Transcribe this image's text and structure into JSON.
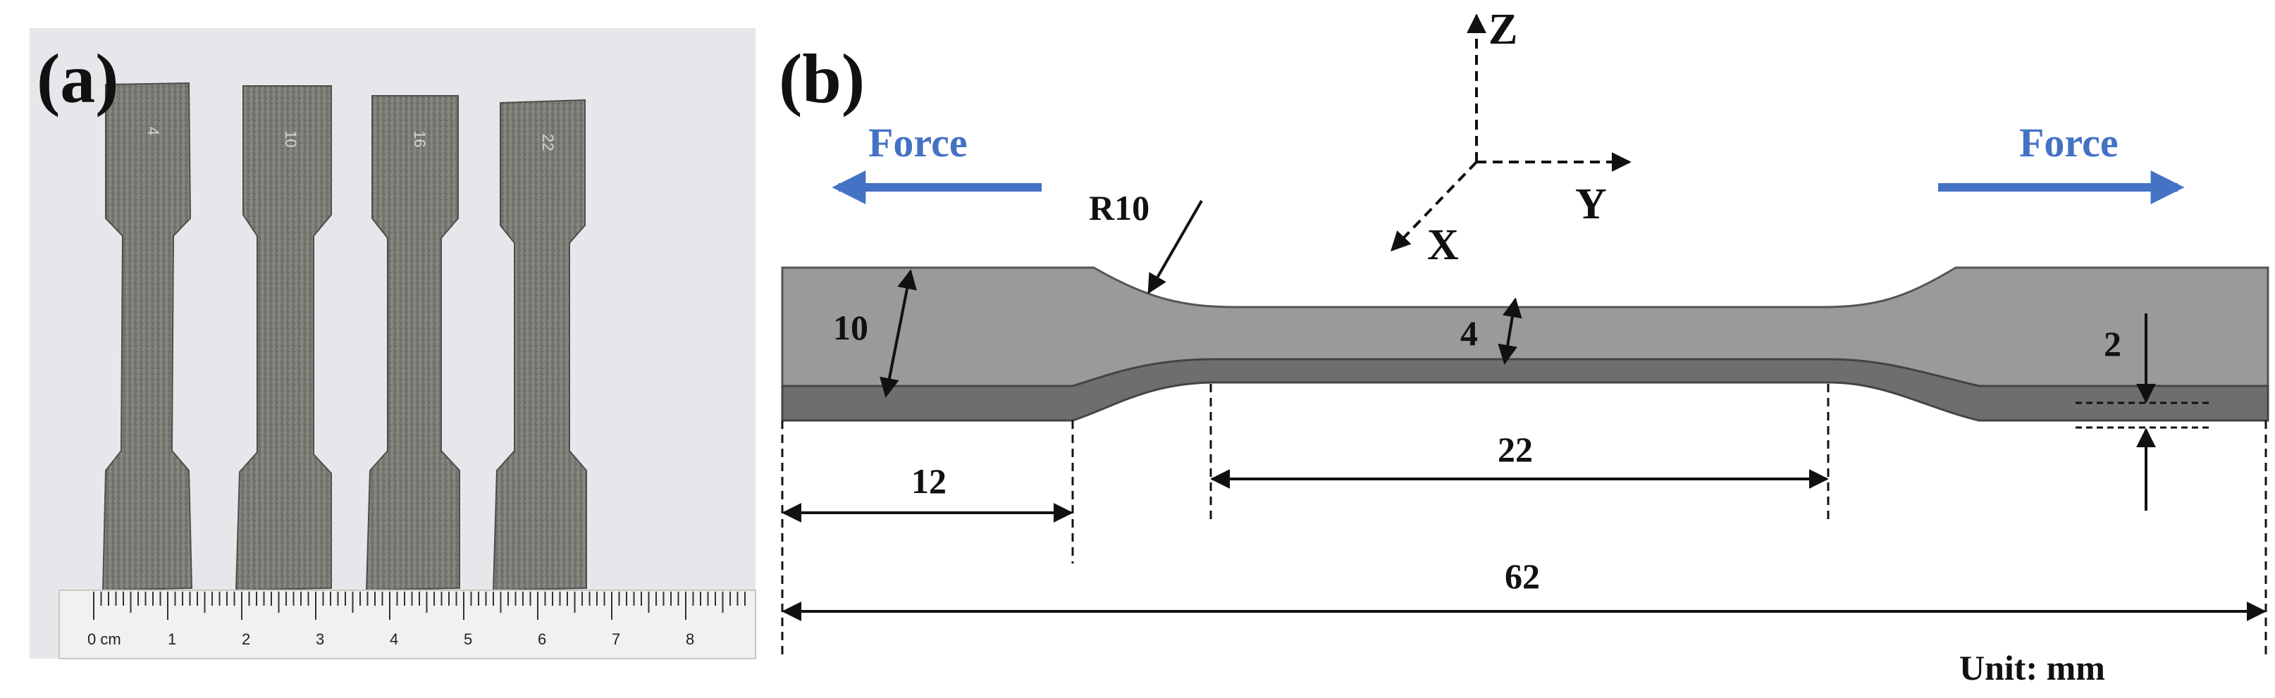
{
  "panel_a": {
    "label": "(a)",
    "specimens": [
      "4",
      "10",
      "16",
      "22"
    ],
    "ruler": {
      "unit_label": "0 cm",
      "numbers": [
        "1",
        "2",
        "3",
        "4",
        "5",
        "6",
        "7",
        "8"
      ]
    }
  },
  "panel_b": {
    "label": "(b)",
    "force_left": "Force",
    "force_right": "Force",
    "axes": {
      "z": "Z",
      "y": "Y",
      "x": "X"
    },
    "radius_label": "R10",
    "dimensions": {
      "grip_width": "10",
      "gauge_width": "4",
      "thickness": "2",
      "grip_length": "12",
      "gauge_length": "22",
      "total_length": "62"
    },
    "unit_label": "Unit: mm",
    "colors": {
      "force": "#4472c4",
      "specimen_top": "#9a9a9a",
      "specimen_edge": "#6e6e6e"
    }
  }
}
